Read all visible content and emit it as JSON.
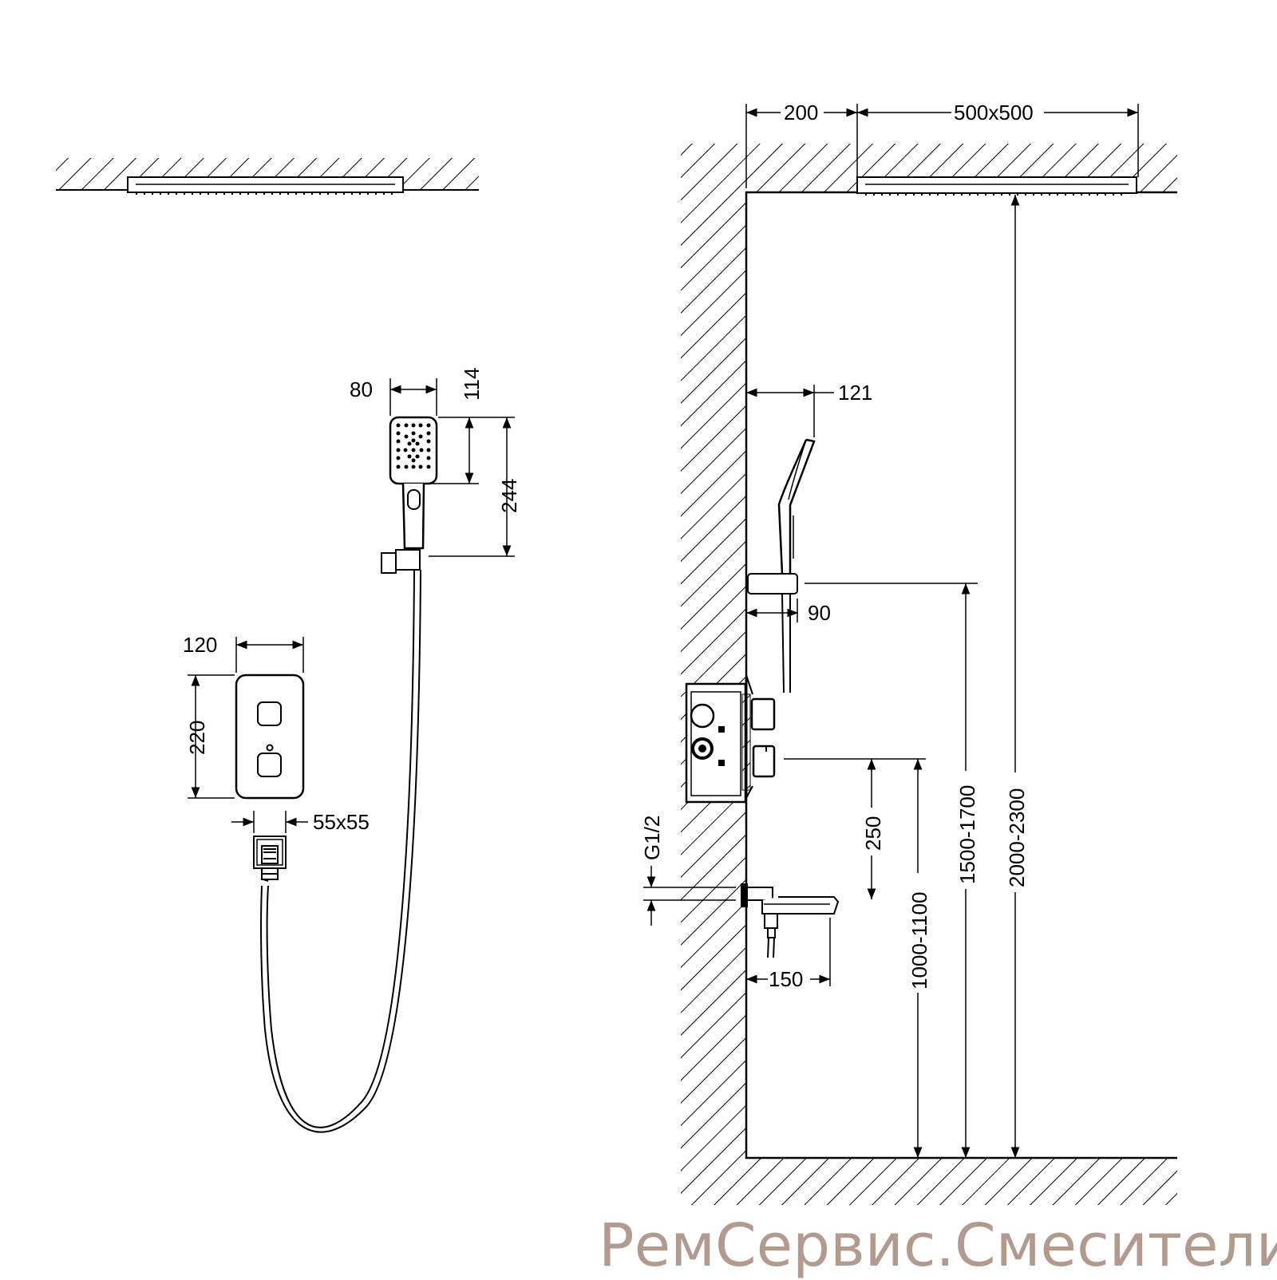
{
  "dimensions": {
    "handshower_width": "80",
    "handshower_head_height": "114",
    "handshower_total_height": "244",
    "panel_width": "120",
    "panel_height": "220",
    "outlet_size": "55x55",
    "ceiling_offset": "200",
    "rain_head_size": "500x500",
    "handshower_projection": "121",
    "holder_projection": "90",
    "thread": "G1/2",
    "spout_to_valve": "250",
    "spout_projection": "150",
    "spout_height": "1000-1100",
    "holder_height": "1500-1700",
    "ceiling_height": "2000-2300"
  },
  "watermark": "РемСервис.Смесители"
}
